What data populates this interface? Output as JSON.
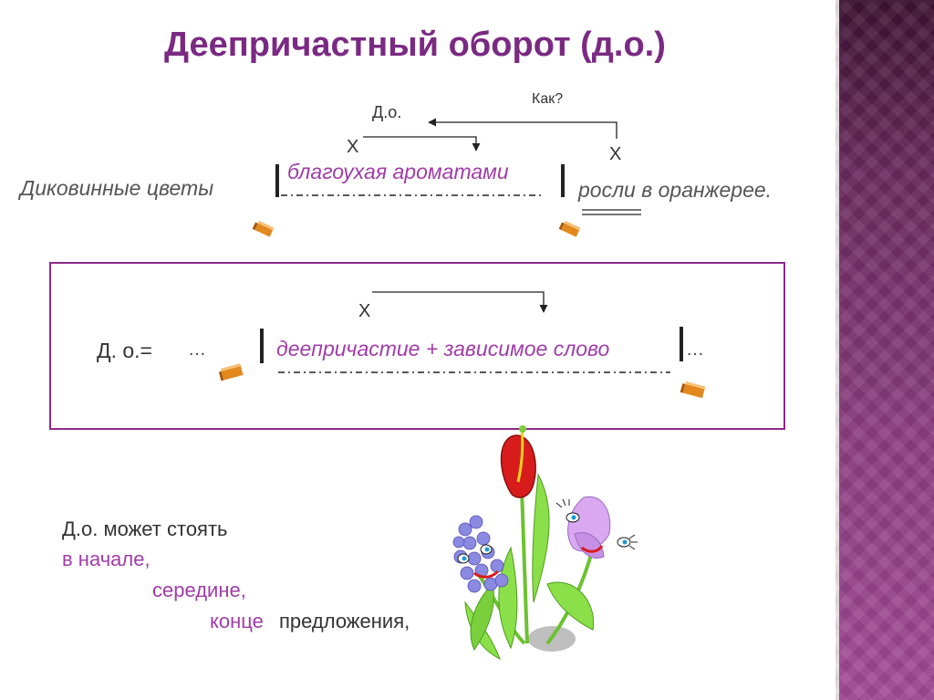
{
  "title": "Деепричастный оборот (д.о.)",
  "diagram": {
    "question": "Как?",
    "do_label": "Д.о.",
    "x_mark": "Х",
    "subject": "Диковинные цветы",
    "participial_phrase": "благоухая ароматами",
    "predicate": "росли в оранжерее."
  },
  "formula": {
    "left": "Д. о.=",
    "ellipsis": "…",
    "x_mark": "Х",
    "body": "деепричастие + зависимое слово"
  },
  "note": {
    "line1": "Д.о. может стоять",
    "line2": "в начале,",
    "line3": "середине,",
    "line4_highlight": "конце",
    "line4_rest": "предложения,"
  },
  "colors": {
    "title": "#7a2a82",
    "accent": "#a03ca8",
    "box_border": "#8b2a8b",
    "sidebar": "#8a3d7e"
  },
  "icons": [
    "bracket-marker-icon",
    "arrow-icon",
    "flower-illustration"
  ]
}
